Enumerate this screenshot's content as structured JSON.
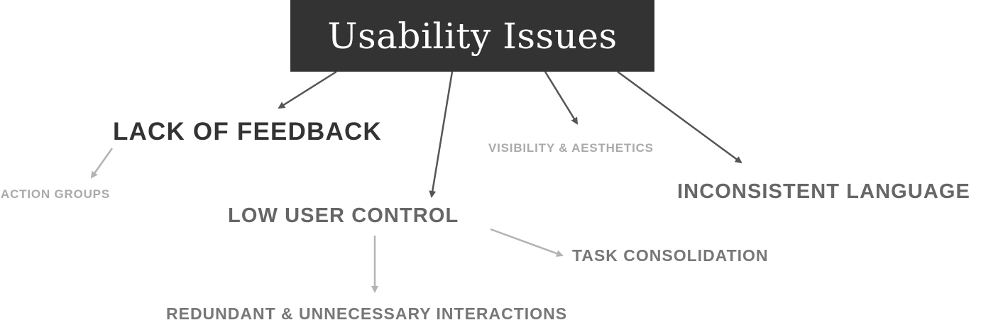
{
  "title": "Usability Issues",
  "nodes": {
    "lack_of_feedback": "LACK OF FEEDBACK",
    "action_groups": "ACTION GROUPS",
    "low_user_control": "LOW USER CONTROL",
    "visibility_aesthetics": "VISIBILITY & AESTHETICS",
    "inconsistent_language": "INCONSISTENT LANGUAGE",
    "task_consolidation": "TASK CONSOLIDATION",
    "redundant_interactions": "REDUNDANT & UNNECESSARY INTERACTIONS"
  },
  "colors": {
    "title_bg": "#333333",
    "title_text": "#ffffff",
    "primary_arrow": "#555555",
    "secondary_arrow": "#b3b3b3",
    "dark_text": "#333333",
    "mid_text": "#666666",
    "light_text": "#aaaaaa"
  }
}
